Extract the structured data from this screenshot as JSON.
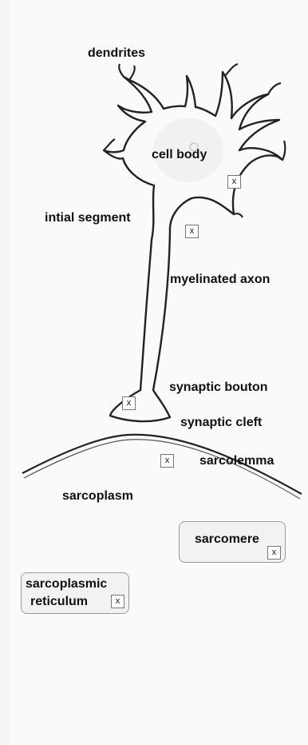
{
  "labels": {
    "dendrites": "dendrites",
    "cell_body": "cell body",
    "initial_segment": "intial segment",
    "myelinated_axon": "myelinated axon",
    "synaptic_bouton": "synaptic bouton",
    "synaptic_cleft": "synaptic cleft",
    "sarcolemma": "sarcolemma",
    "sarcoplasm": "sarcoplasm",
    "sarcomere": "sarcomere",
    "sarcoplasmic": "sarcoplasmic",
    "reticulum": "reticulum"
  },
  "markers": {
    "x": "x"
  }
}
